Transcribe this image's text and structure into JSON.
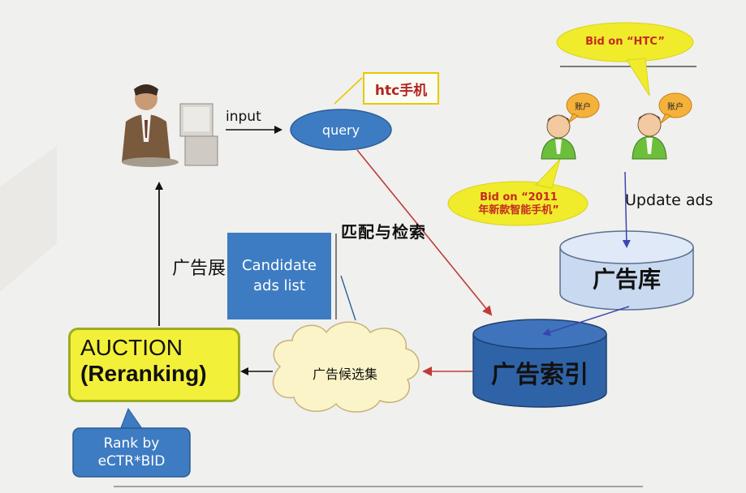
{
  "tags": {
    "htc_query": "htc手机"
  },
  "nodes": {
    "query": "query",
    "candidate_ads_line1": "Candidate",
    "candidate_ads_line2": "ads list",
    "auction_line1": "AUCTION",
    "auction_line2": "(Reranking)",
    "rank_line1": "Rank by",
    "rank_line2": "eCTR*BID",
    "ad_candidate_set": "广告候选集",
    "ad_index": "广告索引",
    "ad_library": "广告库"
  },
  "edge_labels": {
    "input": "input",
    "match_and_retrieve": "匹配与检索",
    "update_ads": "Update ads",
    "ad_display": "广告展"
  },
  "bubbles": {
    "bid_htc": "Bid on “HTC”",
    "bid_2011_line1": "Bid on “2011",
    "bid_2011_line2": "年新款智能手机”",
    "account_1": "账户",
    "account_2": "账户"
  },
  "colors": {
    "blue_shape": "#3d7cc2",
    "dark_blue_db": "#2f63a8",
    "light_blue_db": "#c9daf0",
    "yellow": "#f3f03a",
    "red_arrow": "#c03a3a",
    "bubble_yellow": "#f0ec2c"
  }
}
